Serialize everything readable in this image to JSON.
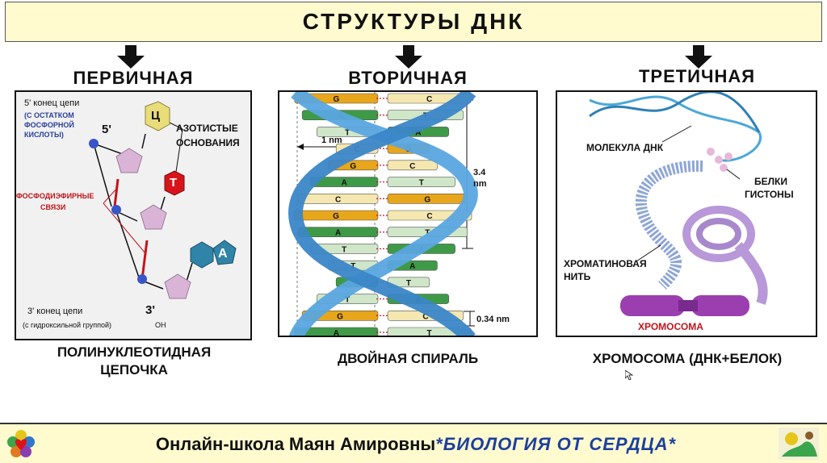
{
  "title": "СТРУКТУРЫ  ДНК",
  "columns": {
    "primary": {
      "title": "ПЕРВИЧНАЯ",
      "caption_line1": "ПОЛИНУКЛЕОТИДНАЯ",
      "caption_line2": "ЦЕПОЧКА",
      "labels": {
        "end5": "5' конец цепи",
        "end5_note1": "(С ОСТАТКОМ",
        "end5_note2": "ФОСФОРНОЙ",
        "end5_note3": "КИСЛОТЫ)",
        "prime5": "5'",
        "bases1": "АЗОТИСТЫЕ",
        "bases2": "ОСНОВАНИЯ",
        "bonds1": "ФОСФОДИЭФИРНЫЕ",
        "bonds2": "СВЯЗИ",
        "end3": "3' конец цепи",
        "end3_note": "(с гидроксильной группой)",
        "prime3": "3'",
        "oh": "OH",
        "base_c": "Ц",
        "base_t": "Т",
        "base_a": "А"
      }
    },
    "secondary": {
      "title": "ВТОРИЧНАЯ",
      "caption": "ДВОЙНАЯ СПИРАЛЬ",
      "labels": {
        "nm1": "1 nm",
        "pitch1": "3.4",
        "pitch2": "nm",
        "rise": "0.34 nm"
      },
      "pairs": [
        [
          "G",
          "C"
        ],
        [
          "A",
          "T"
        ],
        [
          "T",
          "A"
        ],
        [
          "C",
          "G"
        ],
        [
          "G",
          "C"
        ],
        [
          "A",
          "T"
        ],
        [
          "C",
          "G"
        ],
        [
          "G",
          "C"
        ],
        [
          "A",
          "T"
        ],
        [
          "T",
          "A"
        ],
        [
          "T",
          "A"
        ],
        [
          "A",
          "T"
        ],
        [
          "T",
          "A"
        ],
        [
          "G",
          "C"
        ],
        [
          "A",
          "T"
        ]
      ]
    },
    "tertiary": {
      "title": "ТРЕТИЧНАЯ",
      "caption": "ХРОМОСОМА (ДНК+БЕЛОК)",
      "labels": {
        "molecule": "МОЛЕКУЛА ДНК",
        "proteins1": "БЕЛКИ",
        "proteins2": "ГИСТОНЫ",
        "chromatin1": "ХРОМАТИНОВАЯ",
        "chromatin2": "НИТЬ",
        "chromosome": "ХРОМОСОМА"
      }
    }
  },
  "footer": {
    "prefix": "Онлайн-школа Маян Амировны",
    "brand": "*БИОЛОГИЯ ОТ СЕРДЦА*"
  },
  "colors": {
    "title_bg": "#fffbcf",
    "brand_blue": "#1d3f9e",
    "bond_red": "#c0141b",
    "sugar_pink": "#d9b4d6",
    "phosphate_blue": "#3a55c7",
    "base_yellow": "#e9dd7a",
    "base_red": "#d8141b",
    "base_teal": "#2f84a8",
    "chromosome_purple": "#9b3fb0"
  }
}
